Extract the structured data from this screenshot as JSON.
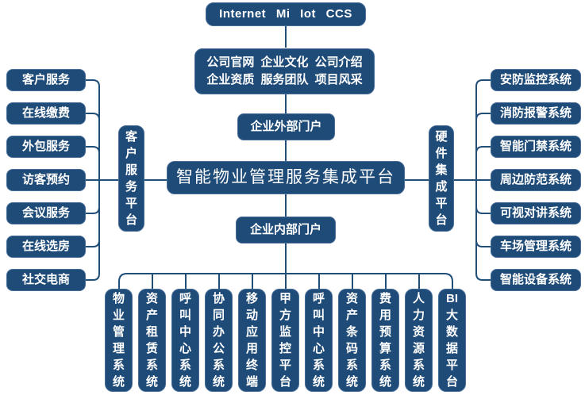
{
  "diagram": {
    "top_box": "Internet Mi Iot CCS",
    "info_box": {
      "line1": "公司官网 企业文化 公司介绍",
      "line2": "企业资质 服务团队 项目风采"
    },
    "external_portal": "企业外部门户",
    "platform_title": "智能物业管理服务集成平台",
    "internal_portal": "企业内部门户",
    "left_group": {
      "label": "客户服务平台",
      "items": [
        "客户服务",
        "在线缴费",
        "外包服务",
        "访客预约",
        "会议服务",
        "在线选房",
        "社交电商"
      ]
    },
    "right_group": {
      "label": "硬件集成平台",
      "items": [
        "安防监控系统",
        "消防报警系统",
        "智能门禁系统",
        "周边防范系统",
        "可视对讲系统",
        "车场管理系统",
        "智能设备系统"
      ]
    },
    "bottom_items": [
      "物业管理系统",
      "资产租赁系统",
      "呼叫中心系统",
      "协同办公系统",
      "移动应用终端",
      "甲方监控平台",
      "呼叫中心系统",
      "资产条码系统",
      "费用预算系统",
      "人力资源系统",
      "BI大数据平台"
    ],
    "colors": {
      "box_fill": "#1f4b78",
      "box_border": "#476d99",
      "line": "#1f4e79",
      "text": "#ffffff"
    }
  }
}
